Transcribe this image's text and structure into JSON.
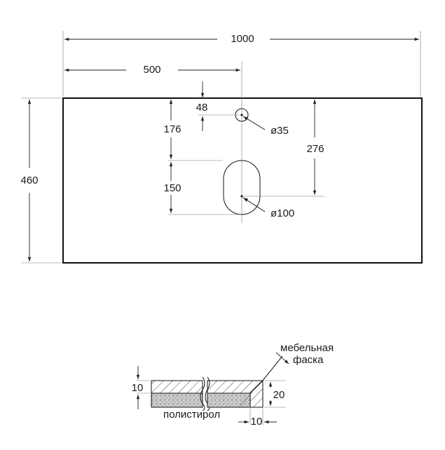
{
  "top_view": {
    "width": "1000",
    "half_width": "500",
    "height": "460",
    "tap_offset": "48",
    "tap_to_bowl_gap": "176",
    "bowl_height": "150",
    "tap_to_bowl_center": "276",
    "tap_hole_diameter": "ø35",
    "bowl_diameter": "ø100"
  },
  "section_view": {
    "top_thickness": "10",
    "total_thickness": "20",
    "edge_thickness": "10",
    "chamfer_label_line1": "мебельная",
    "chamfer_label_line2": "фаска",
    "core_label": "полистирол"
  }
}
